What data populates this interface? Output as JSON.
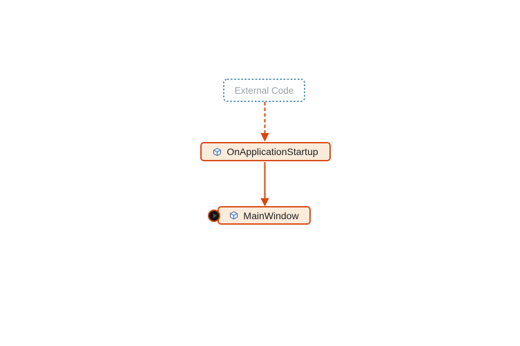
{
  "diagram": {
    "title": "dependency-graph",
    "nodes": [
      {
        "id": "external-code",
        "label": "External Code",
        "type": "external-group",
        "icon": "none"
      },
      {
        "id": "on-application-startup",
        "label": "OnApplicationStartup",
        "type": "method",
        "icon": "cube-icon"
      },
      {
        "id": "main-window",
        "label": "MainWindow",
        "type": "method",
        "icon": "cube-icon"
      }
    ],
    "edges": [
      {
        "from": "external-code",
        "to": "on-application-startup",
        "style": "dashed",
        "color": "#d8470f"
      },
      {
        "from": "on-application-startup",
        "to": "main-window",
        "style": "solid",
        "color": "#d8470f"
      }
    ],
    "badges": [
      {
        "node": "main-window",
        "name": "incoming-link-badge",
        "icon": "right-arrow-icon"
      }
    ],
    "colors": {
      "canvas_background": "#ffffff",
      "method_node_fill": "#fbebda",
      "method_node_border": "#da4e1a",
      "method_node_text": "#1f1f1f",
      "external_node_border": "#5596c2",
      "external_node_text": "#9aa0a5",
      "edge_orange": "#d8470f",
      "cube_icon_blue": "#4a72af",
      "badge_fill": "#111111",
      "badge_ring": "#c74311",
      "badge_arrow": "#4f4f4f"
    }
  }
}
